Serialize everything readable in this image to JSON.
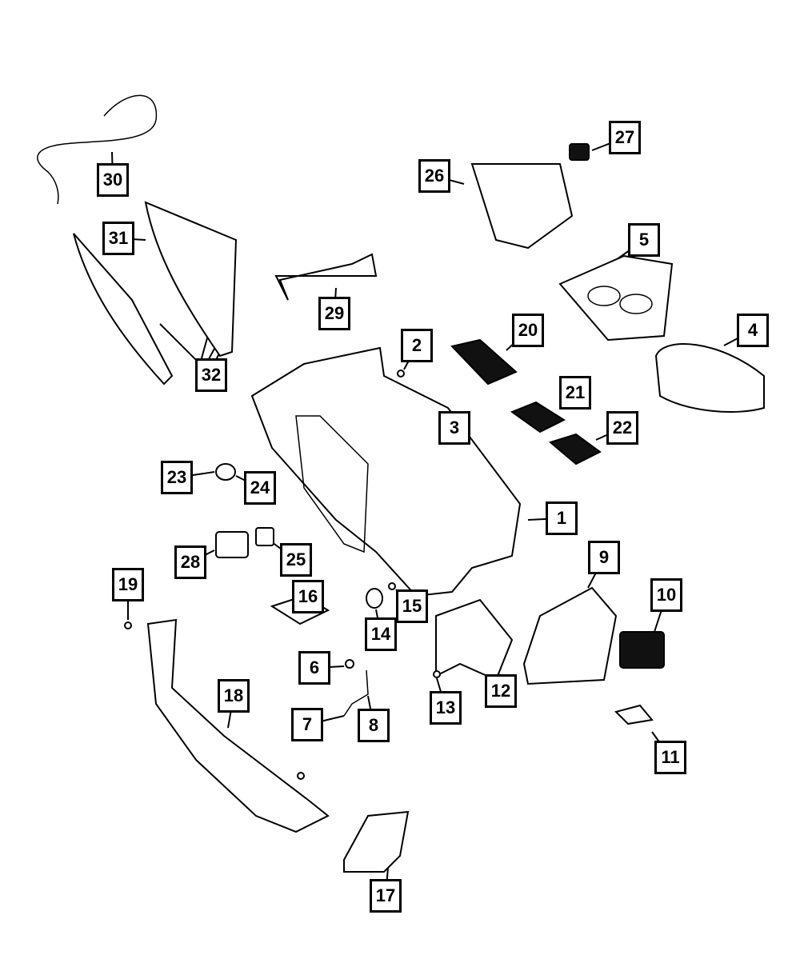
{
  "diagram": {
    "callouts": [
      {
        "label": "1"
      },
      {
        "label": "2"
      },
      {
        "label": "3"
      },
      {
        "label": "4"
      },
      {
        "label": "5"
      },
      {
        "label": "6"
      },
      {
        "label": "7"
      },
      {
        "label": "8"
      },
      {
        "label": "9"
      },
      {
        "label": "10"
      },
      {
        "label": "11"
      },
      {
        "label": "12"
      },
      {
        "label": "13"
      },
      {
        "label": "14"
      },
      {
        "label": "15"
      },
      {
        "label": "16"
      },
      {
        "label": "17"
      },
      {
        "label": "18"
      },
      {
        "label": "19"
      },
      {
        "label": "20"
      },
      {
        "label": "21"
      },
      {
        "label": "22"
      },
      {
        "label": "23"
      },
      {
        "label": "24"
      },
      {
        "label": "25"
      },
      {
        "label": "26"
      },
      {
        "label": "27"
      },
      {
        "label": "28"
      },
      {
        "label": "29"
      },
      {
        "label": "30"
      },
      {
        "label": "31"
      },
      {
        "label": "32"
      }
    ]
  }
}
